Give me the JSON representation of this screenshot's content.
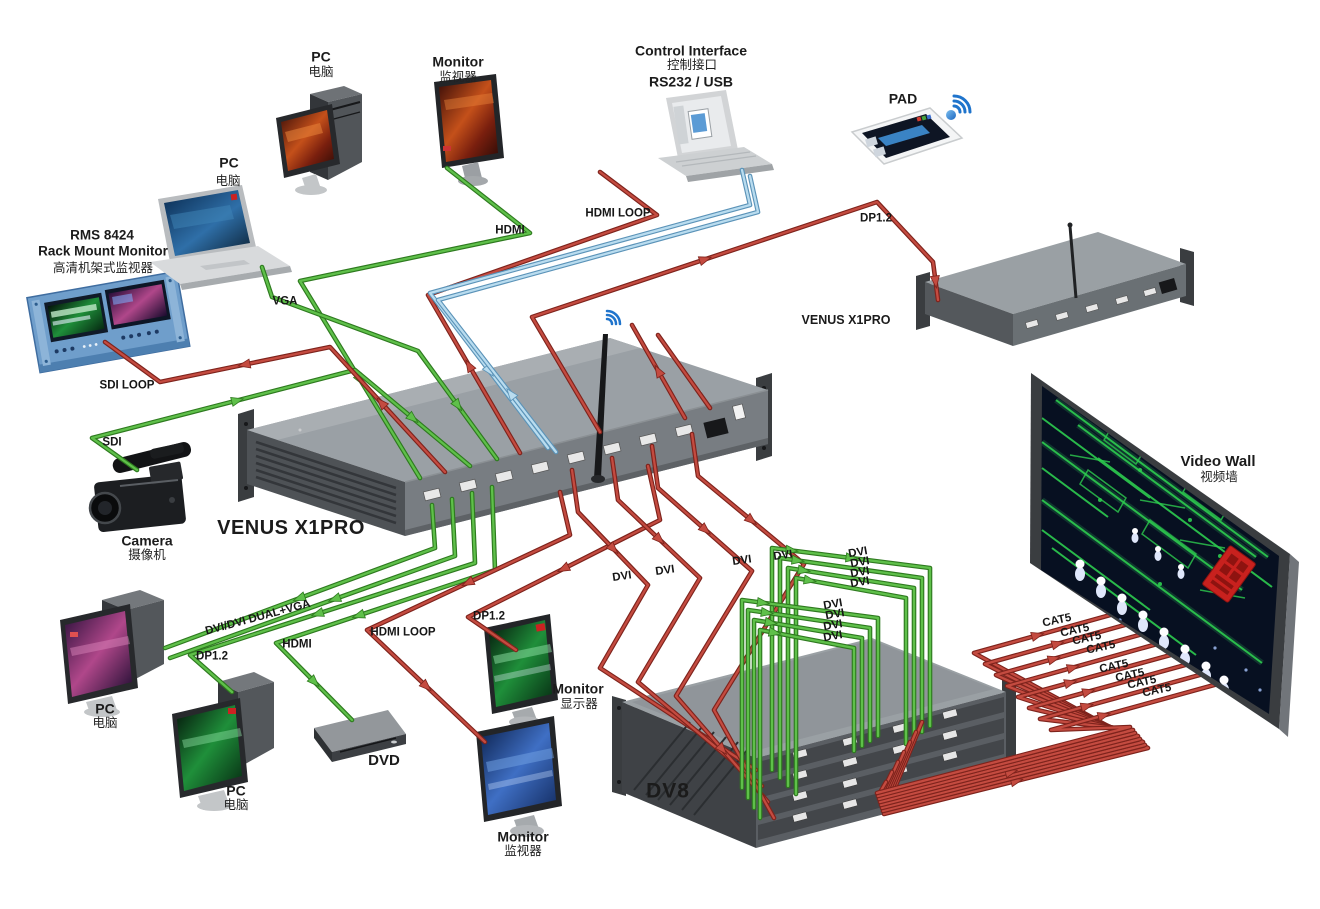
{
  "devices": {
    "pc_laptop_top": {
      "label": "PC",
      "label_cn": "电脑"
    },
    "pc_tower_top": {
      "label": "PC",
      "label_cn": "电脑"
    },
    "monitor_top": {
      "label": "Monitor",
      "label_cn": "监视器"
    },
    "control_interface": {
      "label": "Control Interface",
      "label_cn": "控制接口",
      "label_ports": "RS232 / USB"
    },
    "pad": {
      "label": "PAD"
    },
    "venus_x1pro_2": {
      "label": "VENUS X1PRO"
    },
    "rms_8424": {
      "label": "RMS 8424",
      "label_sub": "Rack Mount Monitor",
      "label_cn": "高清机架式监视器"
    },
    "camera": {
      "label": "Camera",
      "label_cn": "摄像机"
    },
    "venus_x1pro_main": {
      "label": "VENUS X1PRO"
    },
    "pc_bottom_1": {
      "label": "PC",
      "label_cn": "电脑"
    },
    "pc_bottom_2": {
      "label": "PC",
      "label_cn": "电脑"
    },
    "dvd": {
      "label": "DVD"
    },
    "monitor_display": {
      "label": "Monitor",
      "label_cn": "显示器"
    },
    "monitor_bottom": {
      "label": "Monitor",
      "label_cn": "监视器"
    },
    "dv8": {
      "label": "DV8"
    },
    "video_wall": {
      "label": "Video Wall",
      "label_cn": "视频墙"
    }
  },
  "cable_labels": {
    "hdmi": "HDMI",
    "hdmi_loop": "HDMI LOOP",
    "vga": "VGA",
    "sdi": "SDI",
    "sdi_loop": "SDI LOOP",
    "dp1_2": "DP1.2",
    "dvi": "DVI",
    "dvi_dual_vga": "DVI/DVI DUAL+VGA",
    "cat5": "CAT5"
  },
  "colors": {
    "cable_red": "#c44b40",
    "cable_green": "#5fc04a",
    "cable_blue": "#b9dcef",
    "wifi_blue": "#1f74cc",
    "rms_blue": "#6f9ecb",
    "wall_trace_green": "#2ecc4f"
  }
}
